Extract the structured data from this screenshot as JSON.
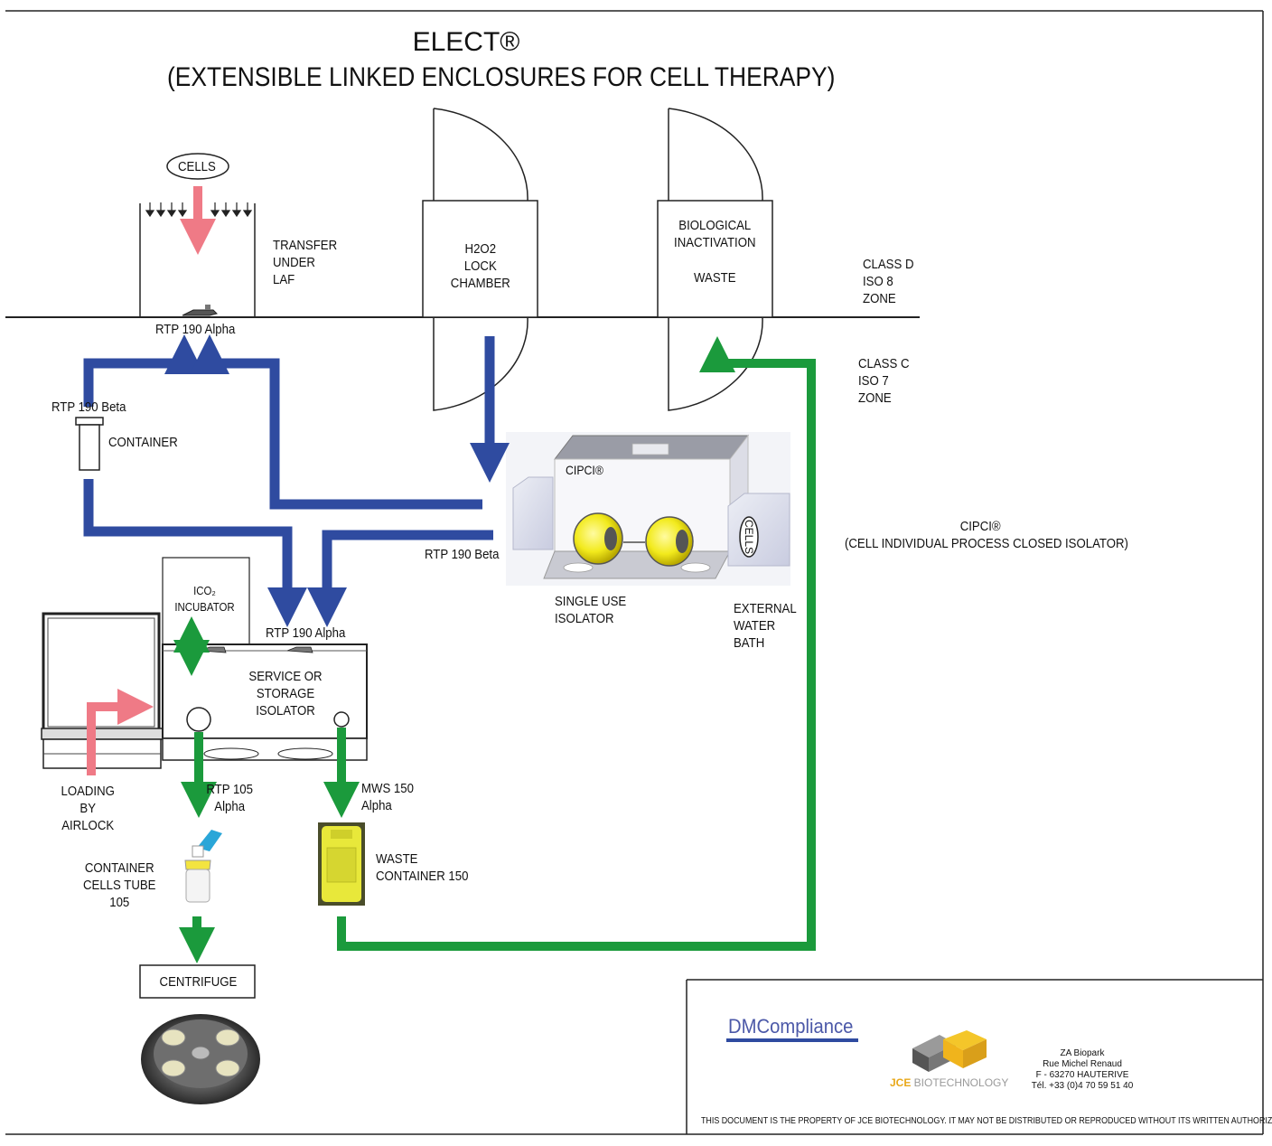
{
  "title": {
    "line1": "ELECT®",
    "line2": "(EXTENSIBLE LINKED ENCLOSURES FOR CELL THERAPY)"
  },
  "labels": {
    "cells_oval": "CELLS",
    "transfer_laf": [
      "TRANSFER",
      "UNDER",
      "LAF"
    ],
    "h2o2_chamber": [
      "H2O2",
      "LOCK",
      "CHAMBER"
    ],
    "bio_inactivation": [
      "BIOLOGICAL",
      "INACTIVATION"
    ],
    "waste": "WASTE",
    "class_d": [
      "CLASS D",
      "ISO 8",
      "ZONE"
    ],
    "class_c": [
      "CLASS C",
      "ISO 7",
      "ZONE"
    ],
    "rtp190_alpha_top": "RTP 190 Alpha",
    "rtp190_beta_left": "RTP 190 Beta",
    "container": "CONTAINER",
    "cipci_brand": "CIPCI®",
    "rtp190_beta_right": "RTP 190 Beta",
    "cipci_title": "CIPCI®",
    "cipci_sub": "(CELL INDIVIDUAL PROCESS CLOSED ISOLATOR)",
    "single_use": [
      "SINGLE USE",
      "ISOLATOR"
    ],
    "external_bath": [
      "EXTERNAL",
      "WATER",
      "BATH"
    ],
    "cells_vertical": "CELLS",
    "ico2": [
      "ICO₂",
      "INCUBATOR"
    ],
    "rtp190_alpha_mid": "RTP 190 Alpha",
    "service_isolator": [
      "SERVICE OR",
      "STORAGE",
      "ISOLATOR"
    ],
    "loading": [
      "LOADING",
      "BY",
      "AIRLOCK"
    ],
    "rtp105": [
      "RTP 105",
      "Alpha"
    ],
    "mws150": [
      "MWS 150",
      "Alpha"
    ],
    "container_cells": [
      "CONTAINER",
      "CELLS TUBE",
      "105"
    ],
    "waste_container": [
      "WASTE",
      "CONTAINER 150"
    ],
    "centrifuge": "CENTRIFUGE"
  },
  "footer": {
    "dm_logo": "DMCompliance",
    "jce_logo_1": "JCE",
    "jce_logo_2": " BIOTECHNOLOGY",
    "address": [
      "ZA Biopark",
      "Rue Michel Renaud",
      "F - 63270 HAUTERIVE",
      "Tél. +33 (0)4 70 59 51 40"
    ],
    "disclaimer": "THIS DOCUMENT IS THE PROPERTY OF JCE BIOTECHNOLOGY. IT MAY NOT BE DISTRIBUTED OR REPRODUCED WITHOUT ITS WRITTEN AUTHORIZATION."
  },
  "colors": {
    "blue": "#2f4ba0",
    "green": "#1b9a3c",
    "pink": "#ef7a86",
    "yellow": "#f2ea1c"
  }
}
